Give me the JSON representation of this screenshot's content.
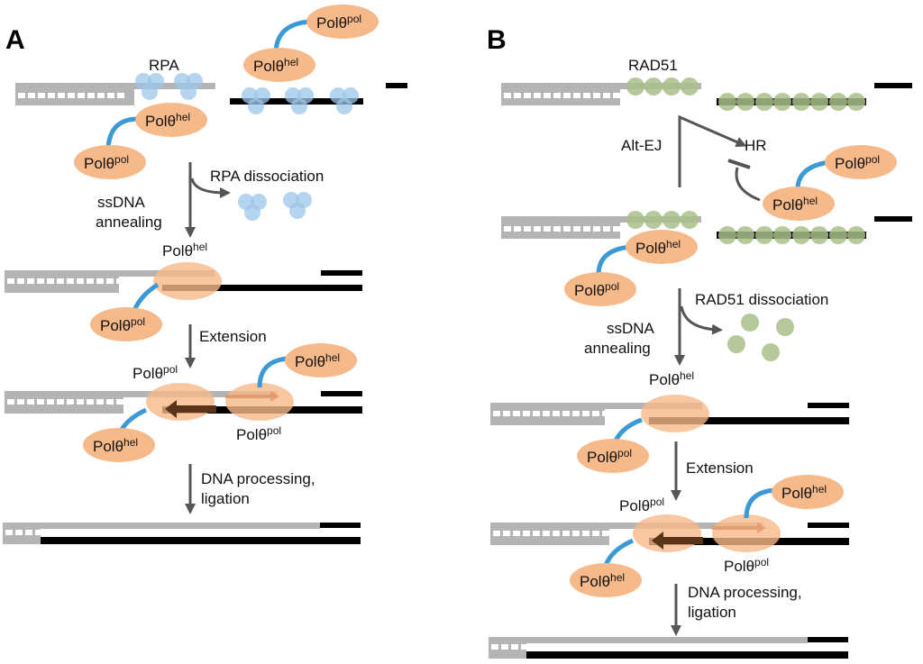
{
  "panels": {
    "a": {
      "letter": "A",
      "protein_label": "RPA",
      "step1": "RPA dissociation",
      "step2_line1": "ssDNA",
      "step2_line2": "annealing",
      "step3": "Extension",
      "step4_line1": "DNA processing,",
      "step4_line2": "ligation"
    },
    "b": {
      "letter": "B",
      "protein_label": "RAD51",
      "branch_left": "Alt-EJ",
      "branch_right": "HR",
      "step1": "RAD51 dissociation",
      "step2_line1": "ssDNA",
      "step2_line2": "annealing",
      "step3": "Extension",
      "step4_line1": "DNA processing,",
      "step4_line2": "ligation"
    }
  },
  "pol": {
    "base": "Polθ",
    "pol_sup": "pol",
    "hel_sup": "hel"
  },
  "colors": {
    "strand_gray": "#b4b4b4",
    "strand_black": "#000000",
    "pol_orange": "#f6b98a",
    "linker_blue": "#3b9ad6",
    "rpa_blue": "#9cc6ea",
    "rad51_green": "#a9c08a",
    "arrow_gray": "#555555",
    "new_dna_brown": "#5a3418"
  }
}
